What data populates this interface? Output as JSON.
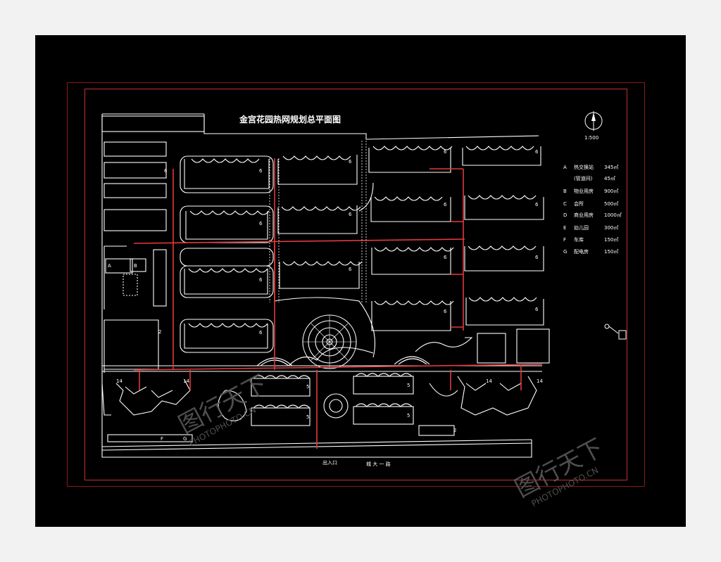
{
  "drawing": {
    "title": "金宫花园热网规划总平面图",
    "scale": "1:500",
    "north_symbol": "north-arrow",
    "road_label": "城 大 一 路",
    "entrance_label": "出入口",
    "legend": [
      {
        "key": "A",
        "name": "热交换站",
        "value": "345㎡"
      },
      {
        "key": "",
        "name": "(管道间)",
        "value": "45㎡"
      },
      {
        "key": "B",
        "name": "物业用房",
        "value": "900㎡"
      },
      {
        "key": "C",
        "name": "会所",
        "value": "500㎡"
      },
      {
        "key": "D",
        "name": "商业用房",
        "value": "1000㎡"
      },
      {
        "key": "E",
        "name": "幼儿园",
        "value": "300㎡"
      },
      {
        "key": "F",
        "name": "车库",
        "value": "150㎡"
      },
      {
        "key": "G",
        "name": "配电房",
        "value": "150㎡"
      }
    ],
    "zone_labels": [
      "A",
      "B",
      "F",
      "G"
    ],
    "building_numbers": [
      "6",
      "6",
      "6",
      "6",
      "6",
      "6",
      "6",
      "6",
      "6",
      "6",
      "6",
      "6",
      "6",
      "6",
      "6",
      "6",
      "5",
      "5",
      "5",
      "5",
      "14",
      "14",
      "14",
      "14",
      "2",
      "2"
    ]
  },
  "watermark": {
    "brand": "图行天下",
    "site": "PHOTOPHOTO.CN"
  },
  "colors": {
    "background": "#000000",
    "linework": "#ffffff",
    "heat_network": "#e23a3a",
    "frame": "#c43030",
    "page": "#f2f2f2"
  }
}
